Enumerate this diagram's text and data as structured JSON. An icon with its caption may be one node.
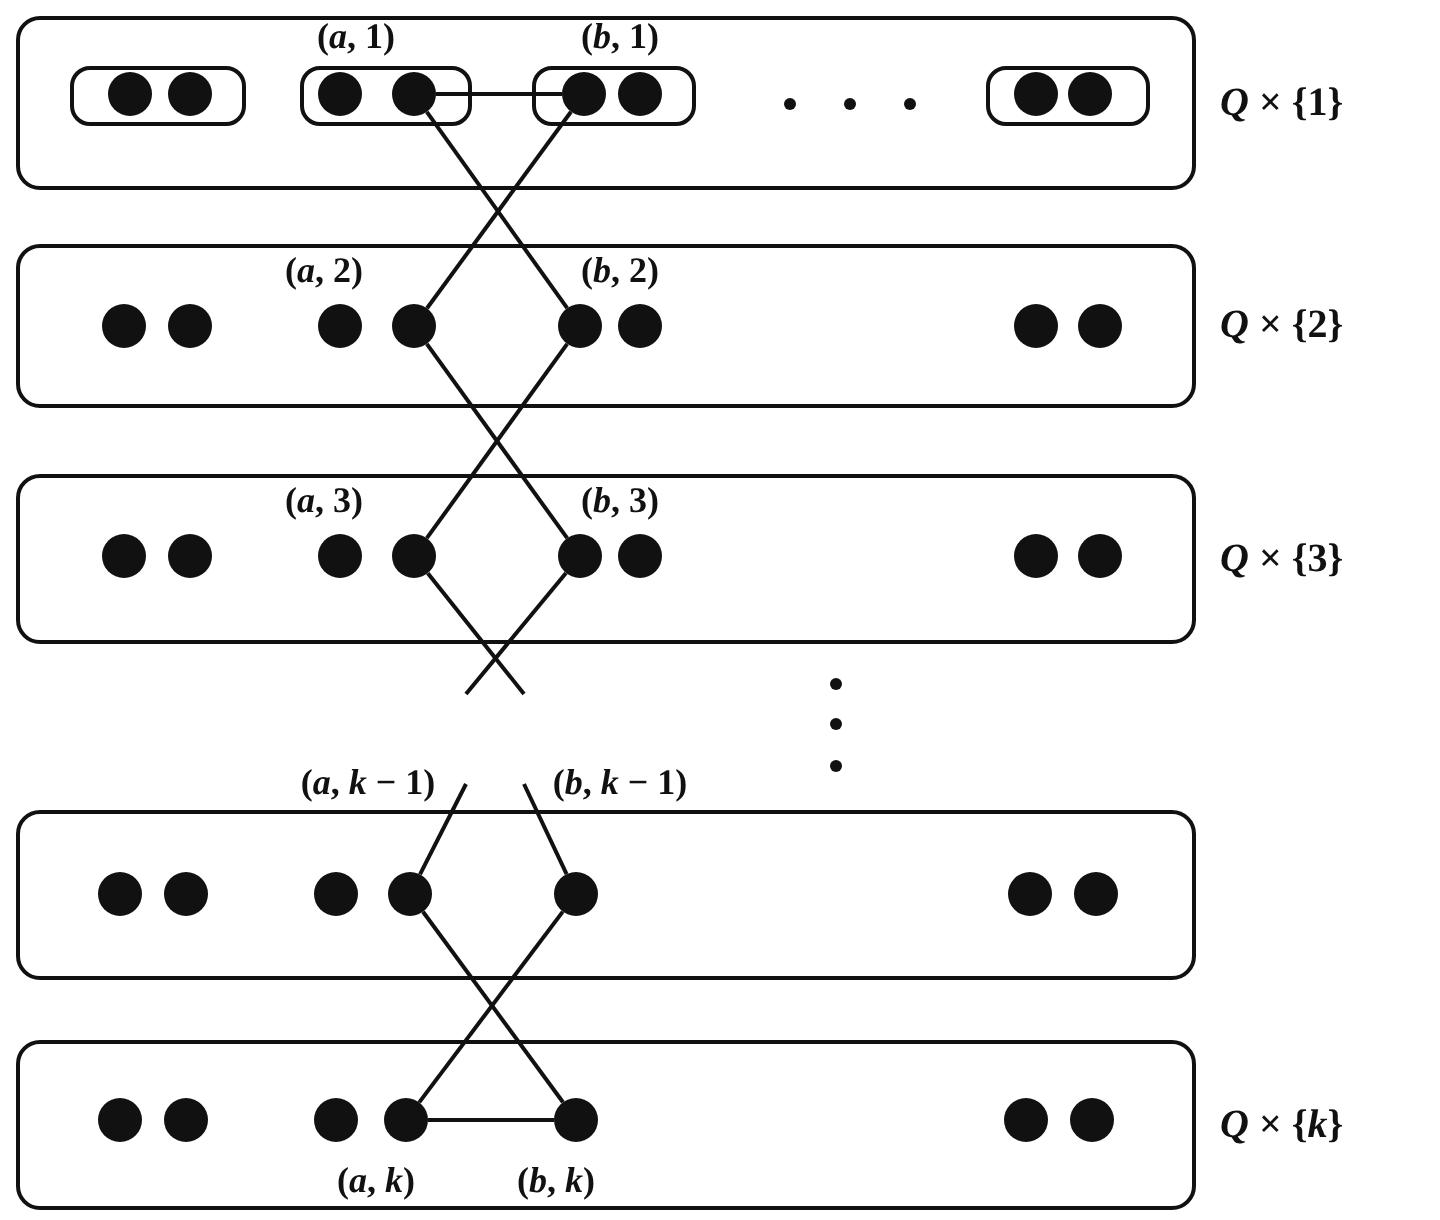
{
  "diagram": {
    "nodes": [
      {
        "text": [
          "*Q* × {1}"
        ]
      },
      {
        "text": [],
        "shape": "box",
        "in": 0
      },
      {
        "text": [],
        "shape": "circle",
        "in": 1
      },
      {
        "text": [],
        "shape": "circle",
        "in": 1
      },
      {
        "text": [],
        "shape": "box",
        "in": 0
      },
      {
        "text": [],
        "shape": "circle",
        "in": 4
      },
      {
        "text": [],
        "shape": "circle",
        "in": 4,
        "beside": [
          "(*a*, 1)"
        ]
      },
      {
        "text": [],
        "shape": "box",
        "in": 0
      },
      {
        "text": [],
        "shape": "circle",
        "in": 7,
        "beside": [
          "(*b*, 1)"
        ]
      },
      {
        "text": [],
        "shape": "circle",
        "in": 7
      },
      {
        "text": [],
        "shape": "box",
        "in": 0
      },
      {
        "text": [],
        "shape": "circle",
        "in": 10
      },
      {
        "text": [],
        "shape": "circle",
        "in": 10
      },
      {
        "text": [
          "*Q* × {2}"
        ]
      },
      {
        "text": [],
        "shape": "circle",
        "in": 13
      },
      {
        "text": [],
        "shape": "circle",
        "in": 13
      },
      {
        "text": [],
        "shape": "circle",
        "in": 13
      },
      {
        "text": [],
        "shape": "circle",
        "in": 13,
        "beside": [
          "(*a*, 2)"
        ]
      },
      {
        "text": [],
        "shape": "circle",
        "in": 13,
        "beside": [
          "(*b*, 2)"
        ]
      },
      {
        "text": [],
        "shape": "circle",
        "in": 13
      },
      {
        "text": [],
        "shape": "circle",
        "in": 13
      },
      {
        "text": [],
        "shape": "circle",
        "in": 13
      },
      {
        "text": [
          "*Q* × {3}"
        ]
      },
      {
        "text": [],
        "shape": "circle",
        "in": 22
      },
      {
        "text": [],
        "shape": "circle",
        "in": 22
      },
      {
        "text": [],
        "shape": "circle",
        "in": 22
      },
      {
        "text": [],
        "shape": "circle",
        "in": 22,
        "beside": [
          "(*a*, 3)"
        ]
      },
      {
        "text": [],
        "shape": "circle",
        "in": 22,
        "beside": [
          "(*b*, 3)"
        ]
      },
      {
        "text": [],
        "shape": "circle",
        "in": 22
      },
      {
        "text": [],
        "shape": "circle",
        "in": 22
      },
      {
        "text": [],
        "shape": "circle",
        "in": 22
      },
      {
        "text": [],
        "shape": "box"
      },
      {
        "text": [],
        "shape": "circle",
        "in": 31
      },
      {
        "text": [],
        "shape": "circle",
        "in": 31
      },
      {
        "text": [],
        "shape": "circle",
        "in": 31
      },
      {
        "text": [],
        "shape": "circle",
        "in": 31,
        "beside": [
          "(*a*, *k* − 1)"
        ]
      },
      {
        "text": [],
        "shape": "circle",
        "in": 31,
        "beside": [
          "(*b*, *k* − 1)"
        ]
      },
      {
        "text": [],
        "shape": "circle",
        "in": 31
      },
      {
        "text": [],
        "shape": "circle",
        "in": 31
      },
      {
        "text": [
          "*Q* × {*k*}"
        ]
      },
      {
        "text": [],
        "shape": "circle",
        "in": 39
      },
      {
        "text": [],
        "shape": "circle",
        "in": 39
      },
      {
        "text": [],
        "shape": "circle",
        "in": 39
      },
      {
        "text": [],
        "shape": "circle",
        "in": 39,
        "beside": [
          "(*a*, *k*)"
        ]
      },
      {
        "text": [],
        "shape": "circle",
        "in": 39,
        "beside": [
          "(*b*, *k*)"
        ]
      },
      {
        "text": [],
        "shape": "circle",
        "in": 39
      },
      {
        "text": [],
        "shape": "circle",
        "in": 39
      }
    ],
    "edges": [
      {
        "from": 6,
        "to": 8,
        "arrow": "none"
      },
      {
        "from": 6,
        "to": 18,
        "arrow": "none"
      },
      {
        "from": 8,
        "to": 17,
        "arrow": "none"
      },
      {
        "from": 17,
        "to": 27,
        "arrow": "none"
      },
      {
        "from": 18,
        "to": 26,
        "arrow": "none"
      },
      {
        "from": 26,
        "to": null,
        "arrow": "none"
      },
      {
        "from": 27,
        "to": null,
        "arrow": "none"
      },
      {
        "from": null,
        "to": 35,
        "arrow": "none"
      },
      {
        "from": null,
        "to": 36,
        "arrow": "none"
      },
      {
        "from": 35,
        "to": 44,
        "arrow": "none"
      },
      {
        "from": 36,
        "to": 43,
        "arrow": "none"
      },
      {
        "from": 43,
        "to": 44,
        "arrow": "none"
      }
    ]
  }
}
